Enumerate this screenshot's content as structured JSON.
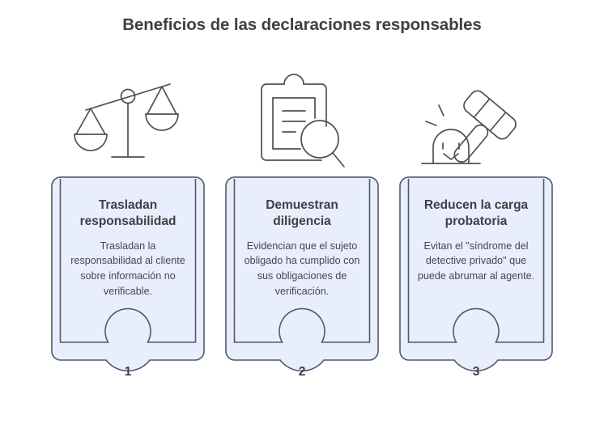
{
  "page": {
    "title": "Beneficios de las declaraciones responsables",
    "background_color": "#ffffff",
    "title_color": "#3f4046"
  },
  "theme": {
    "card_fill": "#e8eefb",
    "card_border": "#53586b",
    "icon_stroke": "#4d5059",
    "text_color": "#3f4046",
    "body_text_color": "#44474e"
  },
  "cards": [
    {
      "icon": "balance-scale-icon",
      "heading": "Trasladan responsabilidad",
      "description": "Trasladan la responsabilidad al cliente sobre información no verificable.",
      "number": "1"
    },
    {
      "icon": "clipboard-magnifier-icon",
      "heading": "Demuestran diligencia",
      "description": "Evidencian que el sujeto obligado ha cumplido con sus obligaciones de verificación.",
      "number": "2"
    },
    {
      "icon": "gavel-character-icon",
      "heading": "Reducen la carga probatoria",
      "description": "Evitan el \"síndrome del detective privado\" que puede abrumar al agente.",
      "number": "3"
    }
  ]
}
